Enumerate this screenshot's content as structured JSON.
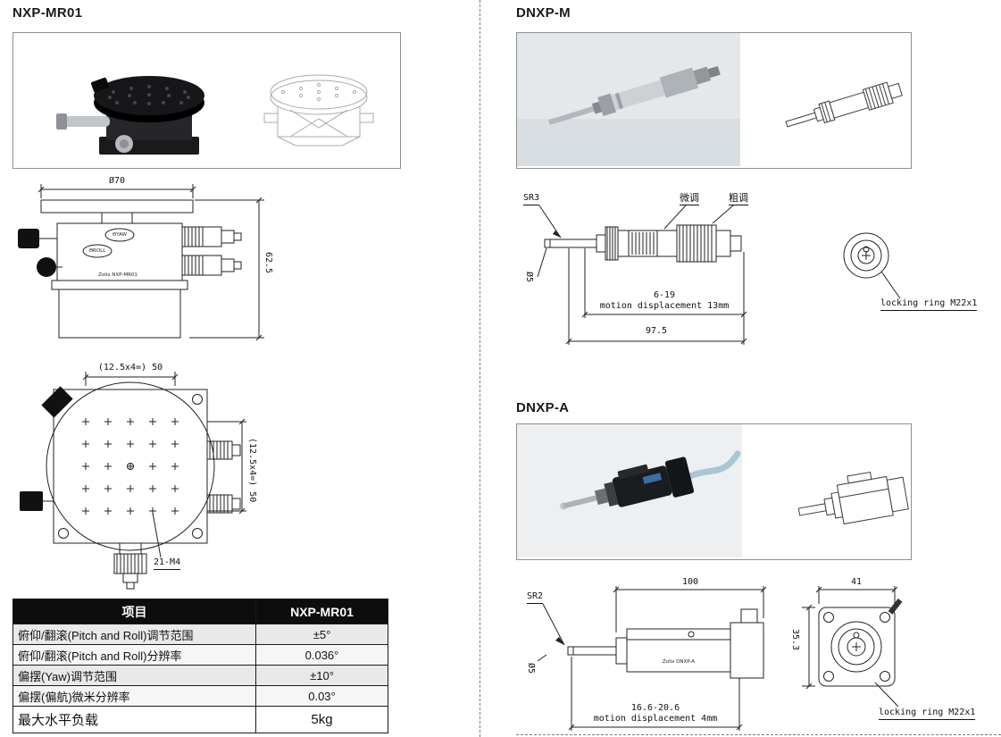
{
  "left": {
    "title": "NXP-MR01",
    "side_view": {
      "diameter": "Ø70",
      "height": "62.5",
      "label_yaw": "ΘYAW",
      "label_roll": "ΘROLL",
      "brand": "Zolix NXP-MR01"
    },
    "top_view": {
      "dim_horizontal": "(12.5x4=) 50",
      "dim_vertical": "(12.5x4=) 50",
      "holes": "21-M4"
    },
    "table": {
      "header": [
        "项目",
        "NXP-MR01"
      ],
      "rows": [
        [
          "俯仰/翻滚(Pitch and Roll)调节范围",
          "±5°"
        ],
        [
          "俯仰/翻滚(Pitch and Roll)分辨率",
          "0.036°"
        ],
        [
          "偏摆(Yaw)调节范围",
          "±10°"
        ],
        [
          "偏摆(偏航)微米分辨率",
          "0.03°"
        ],
        [
          "最大水平负载",
          "5kg"
        ]
      ]
    }
  },
  "right": {
    "dnxp_m": {
      "title": "DNXP-M",
      "sphere": "SR3",
      "fine_adjust": "微调",
      "coarse_adjust": "粗调",
      "diameter": "Ø5",
      "travel_range": "6-19",
      "motion_note": "motion displacement 13mm",
      "overall_length": "97.5",
      "locking_ring": "locking ring M22x1"
    },
    "dnxp_a": {
      "title": "DNXP-A",
      "sphere": "SR2",
      "diameter": "Ø5",
      "body_length": "100",
      "travel_range": "16.6-20.6",
      "motion_note": "motion displacement 4mm",
      "flange_width": "41",
      "flange_height": "35.3",
      "locking_ring": "locking ring M22x1",
      "brand": "Zolix DNXP-A"
    }
  }
}
